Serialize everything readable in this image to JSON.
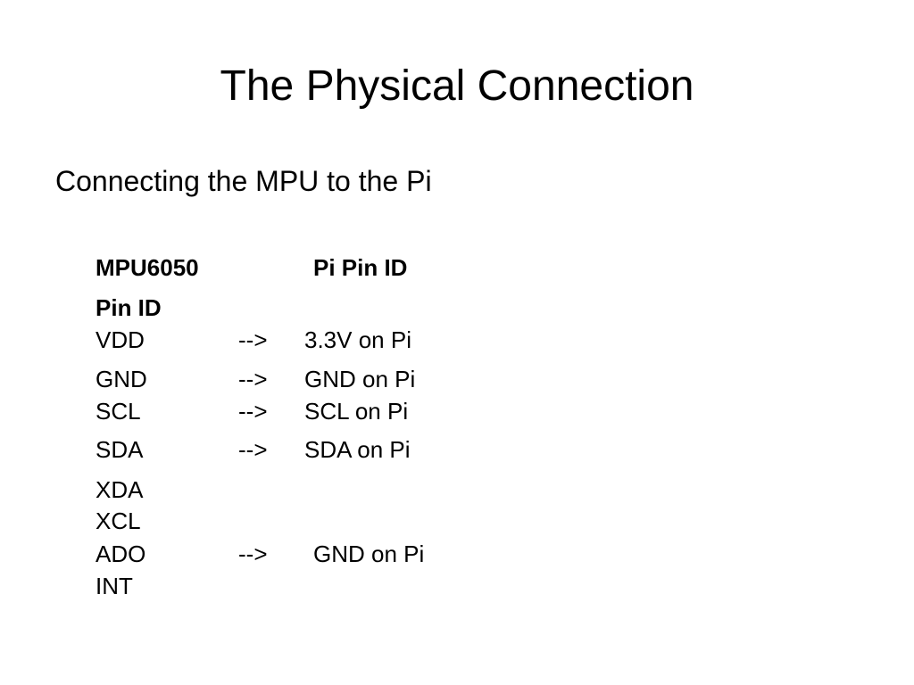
{
  "slide": {
    "title": "The Physical Connection",
    "subtitle": "Connecting the MPU to the Pi",
    "header": {
      "col1_line1": "MPU6050",
      "col1_line2": "Pin ID",
      "col2": "Pi Pin ID"
    },
    "rows": [
      {
        "pin": "VDD",
        "arrow": "-->",
        "target": "3.3V on Pi"
      },
      {
        "pin": "GND",
        "arrow": "-->",
        "target": "GND on Pi"
      },
      {
        "pin": "SCL",
        "arrow": "-->",
        "target": "SCL on Pi"
      },
      {
        "pin": "SDA",
        "arrow": "-->",
        "target": "SDA on Pi"
      },
      {
        "pin": "XDA"
      },
      {
        "pin": "XCL"
      },
      {
        "pin": "ADO",
        "arrow": "-->",
        "target": "GND on Pi"
      },
      {
        "pin": "INT"
      }
    ]
  }
}
